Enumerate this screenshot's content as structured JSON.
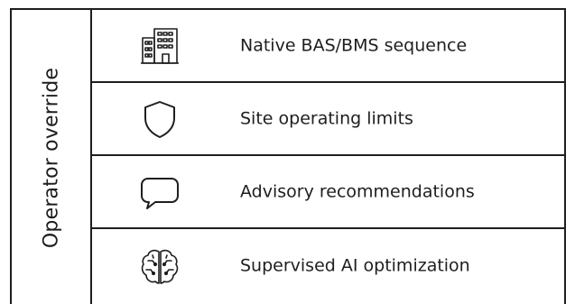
{
  "side_label": "Operator override",
  "rows": [
    {
      "icon": "building-icon",
      "label": "Native BAS/BMS sequence"
    },
    {
      "icon": "shield-icon",
      "label": "Site operating limits"
    },
    {
      "icon": "speech-bubble-icon",
      "label": "Advisory recommendations"
    },
    {
      "icon": "brain-icon",
      "label": "Supervised AI optimization"
    }
  ]
}
